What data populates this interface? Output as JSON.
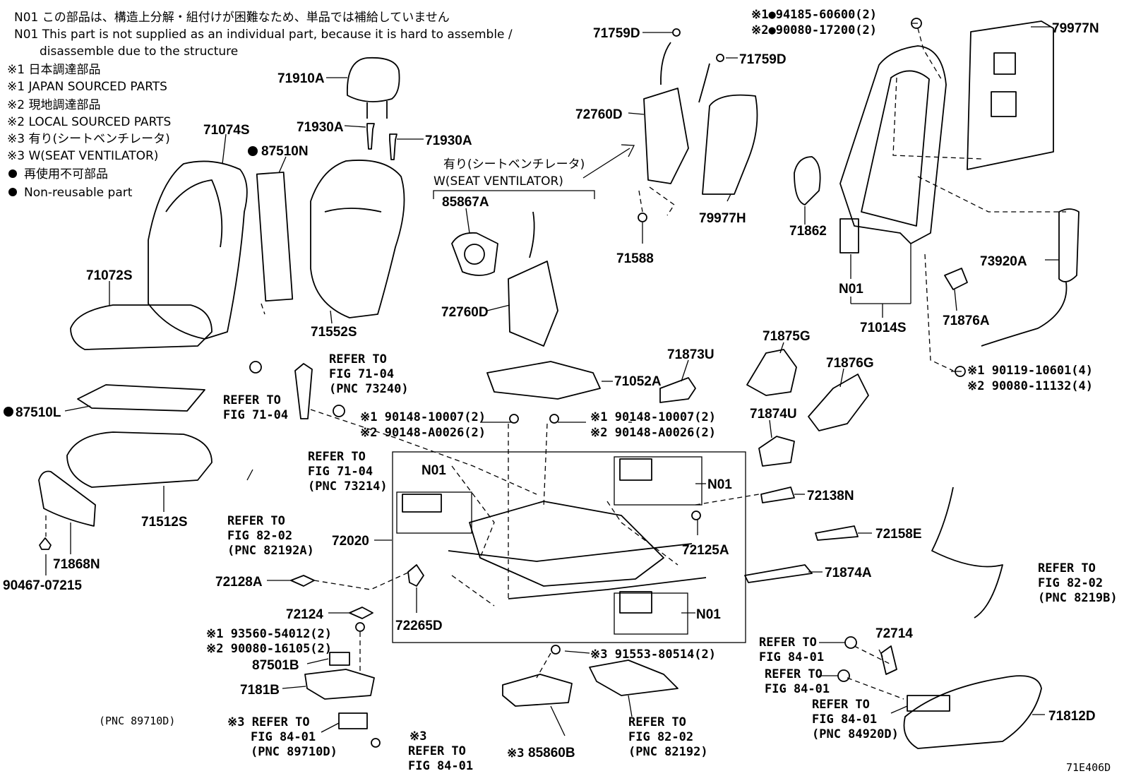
{
  "notes": [
    "N01 この部品は、構造上分解・組付けが困難なため、単品では補給していません",
    "N01 This part is not supplied as an individual part, because it is hard to assemble /",
    "disassemble due to the structure",
    "※1 日本調達部品",
    "※1 JAPAN SOURCED PARTS",
    "※2 現地調達部品",
    "※2 LOCAL SOURCED PARTS",
    "※3 有り(シートベンチレータ)",
    "※3 W(SEAT VENTILATOR)",
    "再使用不可部品",
    "Non-reusable part"
  ],
  "labels": {
    "p71910A": "71910A",
    "p71930A_l": "71930A",
    "p71930A_r": "71930A",
    "p71074S": "71074S",
    "p87510N": "87510N",
    "p71072S": "71072S",
    "p71552S": "71552S",
    "p87510L": "87510L",
    "p71512S": "71512S",
    "p71868N": "71868N",
    "p90467": "90467-07215",
    "p85867A": "85867A",
    "p72760D_l": "72760D",
    "p72760D_r": "72760D",
    "p71759D_t": "71759D",
    "p71759D_r": "71759D",
    "p79977H": "79977H",
    "p71588": "71588",
    "p79977N": "79977N",
    "p71862": "71862",
    "pN01_a": "N01",
    "p71014S": "71014S",
    "p73920A": "73920A",
    "p71876A": "71876A",
    "p71052A": "71052A",
    "p71873U": "71873U",
    "p71875G": "71875G",
    "p71876G": "71876G",
    "p71874U": "71874U",
    "pN01_b": "N01",
    "pN01_c": "N01",
    "pN01_d": "N01",
    "p72020": "72020",
    "p72138N": "72138N",
    "p72125A": "72125A",
    "p72158E": "72158E",
    "p71874A": "71874A",
    "p72128A": "72128A",
    "p72124": "72124",
    "p72265D": "72265D",
    "p87501B": "87501B",
    "p7181B": "7181B",
    "p72714": "72714",
    "p71812D": "71812D",
    "p85860B": "85860B",
    "fig_code": "71E406D"
  },
  "ventilator_caption": {
    "jp": "有り(シートベンチレータ)",
    "en": "W(SEAT VENTILATOR)"
  },
  "part_numbers": {
    "tr1": "※1●94185-60600(2)",
    "tr2": "※2●90080-17200(2)",
    "br1": "※1 90119-10601(4)",
    "br2": "※2 90080-11132(4)",
    "cl1": "※1 90148-10007(2)",
    "cl2": "※2 90148-A0026(2)",
    "cr1": "※1 90148-10007(2)",
    "cr2": "※2 90148-A0026(2)",
    "bl1": "※1 93560-54012(2)",
    "bl2": "※2 90080-16105(2)",
    "bc1": "※3 91553-80514(2)"
  },
  "refers": {
    "r1a": "REFER TO",
    "r1b": "FIG 71-04",
    "r1c": "(PNC 73240)",
    "r2a": "REFER TO",
    "r2b": "FIG 71-04",
    "r3a": "REFER TO",
    "r3b": "FIG 71-04",
    "r3c": "(PNC 73214)",
    "r4a": "REFER TO",
    "r4b": "FIG 82-02",
    "r4c": "(PNC 82192A)",
    "r5a": "REFER TO",
    "r5b": "FIG 82-02",
    "r5c": "(PNC 8219B)",
    "r6a": "REFER TO",
    "r6b": "FIG 84-01",
    "r7a": "REFER TO",
    "r7b": "FIG 84-01",
    "r8a": "REFER TO",
    "r8b": "FIG 84-01",
    "r8c": "(PNC 84920D)",
    "r9a": "※3 REFER TO",
    "r9b": "FIG 84-01",
    "r9c": "(PNC 89710D)",
    "r10a": "※3",
    "r10b": "REFER TO",
    "r10c": "FIG 84-01",
    "r11a": "REFER TO",
    "r11b": "FIG 82-02",
    "r11c": "(PNC 82192)",
    "r12": "(PNC 89710D)",
    "r13": "※3"
  }
}
